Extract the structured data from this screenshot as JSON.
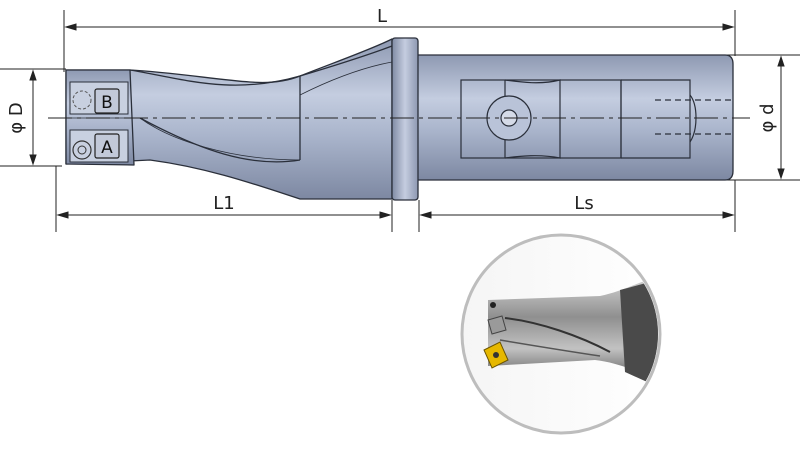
{
  "dimensions": {
    "overall_length": "L",
    "flute_length": "L1",
    "shank_length": "Ls",
    "cutting_diameter": "φ D",
    "shank_diameter": "φ d"
  },
  "inserts": {
    "outer": "B",
    "inner": "A"
  },
  "colors": {
    "body": "#a8b3c9",
    "body_light": "#c8d0e0",
    "body_dark": "#7f8aa3",
    "outline": "#2a2f3a",
    "insert_gold": "#e6b800"
  },
  "icons": {
    "insert_screw": "torx-screw-icon",
    "shank_flat": "weldon-flat-icon"
  }
}
